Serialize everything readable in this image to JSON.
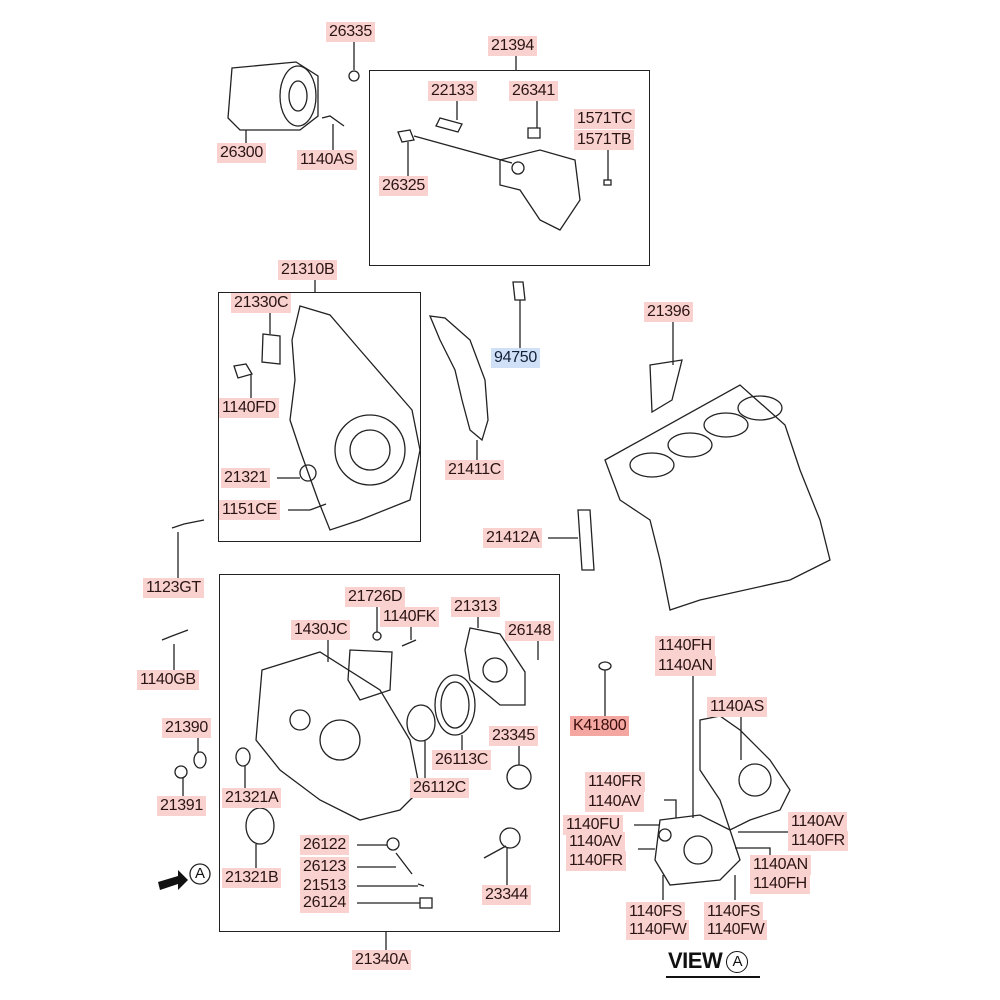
{
  "diagram_title": "Engine Front Case / Oil Pump Parts Diagram",
  "colors": {
    "label_bg": "#f9d2cf",
    "label_blue_bg": "#cfe0f7",
    "label_highlight_bg": "#f4a7a0",
    "line": "#222222"
  },
  "groups": {
    "oil_filter_housing": "21394",
    "timing_cover": "21310B",
    "front_case": "21340A"
  },
  "labels": {
    "l26335": "26335",
    "l21394": "21394",
    "l26300": "26300",
    "l1140AS_top": "1140AS",
    "l22133": "22133",
    "l26341": "26341",
    "l1571TC": "1571TC",
    "l1571TB": "1571TB",
    "l26325": "26325",
    "l21310B": "21310B",
    "l21330C": "21330C",
    "l1140FD": "1140FD",
    "l21321": "21321",
    "l1151CE": "1151CE",
    "l94750": "94750",
    "l21411C": "21411C",
    "l21396": "21396",
    "l21412A": "21412A",
    "l1123GT": "1123GT",
    "l1140GB": "1140GB",
    "l21390": "21390",
    "l21391": "21391",
    "l21726D": "21726D",
    "l1140FK": "1140FK",
    "l1430JC": "1430JC",
    "l21313": "21313",
    "l26148": "26148",
    "l26113C": "26113C",
    "l26112C": "26112C",
    "l23345": "23345",
    "l23344": "23344",
    "l21321A": "21321A",
    "l21321B": "21321B",
    "l26122": "26122",
    "l26123": "26123",
    "l21513": "21513",
    "l26124": "26124",
    "l21340A": "21340A",
    "lK41800": "K41800",
    "l1140FH_top": "1140FH",
    "l1140AN_top": "1140AN",
    "l1140AS_view": "1140AS",
    "l1140FR_a": "1140FR",
    "l1140AV_a": "1140AV",
    "l1140FU": "1140FU",
    "l1140AV_b": "1140AV",
    "l1140FR_b": "1140FR",
    "l1140AV_c": "1140AV",
    "l1140FR_c": "1140FR",
    "l1140AN_b": "1140AN",
    "l1140FH_b": "1140FH",
    "l1140FS_a": "1140FS",
    "l1140FW_a": "1140FW",
    "l1140FS_b": "1140FS",
    "l1140FW_b": "1140FW"
  },
  "view_marker": {
    "arrow_label": "A"
  },
  "view_caption": {
    "text": "VIEW",
    "circle": "A"
  }
}
